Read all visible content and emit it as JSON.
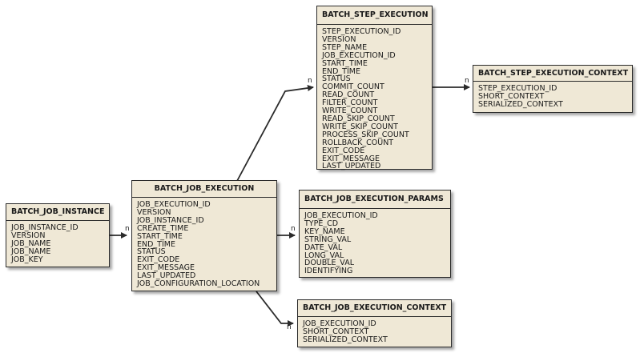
{
  "entities": {
    "job_instance": {
      "title": "BATCH_JOB_INSTANCE",
      "fields": [
        "JOB_INSTANCE_ID",
        "VERSION",
        "JOB_NAME",
        "JOB_NAME",
        "JOB_KEY"
      ]
    },
    "job_execution": {
      "title": "BATCH_JOB_EXECUTION",
      "fields": [
        "JOB_EXECUTION_ID",
        "VERSION",
        "JOB_INSTANCE_ID",
        "CREATE_TIME",
        "START_TIME",
        "END_TIME",
        "STATUS",
        "EXIT_CODE",
        "EXIT_MESSAGE",
        "LAST_UPDATED",
        "JOB_CONFIGURATION_LOCATION"
      ]
    },
    "step_execution": {
      "title": "BATCH_STEP_EXECUTION",
      "fields": [
        "STEP_EXECUTION_ID",
        "VERSION",
        "STEP_NAME",
        "JOB_EXECUTION_ID",
        "START_TIME",
        "END_TIME",
        "STATUS",
        "COMMIT_COUNT",
        "READ_COUNT",
        "FILTER_COUNT",
        "WRITE_COUNT",
        "READ_SKIP_COUNT",
        "WRITE_SKIP_COUNT",
        "PROCESS_SKIP_COUNT",
        "ROLLBACK_COUNT",
        "EXIT_CODE",
        "EXIT_MESSAGE",
        "LAST_UPDATED"
      ]
    },
    "step_execution_context": {
      "title": "BATCH_STEP_EXECUTION_CONTEXT",
      "fields": [
        "STEP_EXECUTION_ID",
        "SHORT_CONTEXT",
        "SERIALIZED_CONTEXT"
      ]
    },
    "job_execution_params": {
      "title": "BATCH_JOB_EXECUTION_PARAMS",
      "fields": [
        "JOB_EXECUTION_ID",
        "TYPE_CD",
        "KEY_NAME",
        "STRING_VAL",
        "DATE_VAL",
        "LONG_VAL",
        "DOUBLE_VAL",
        "IDENTIFYING"
      ]
    },
    "job_execution_context": {
      "title": "BATCH_JOB_EXECUTION_CONTEXT",
      "fields": [
        "JOB_EXECUTION_ID",
        "SHORT_CONTEXT",
        "SERIALIZED_CONTEXT"
      ]
    }
  },
  "multiplicity": {
    "instance_to_execution": "n",
    "execution_to_step": "n",
    "step_to_context": "n",
    "execution_to_params": "n",
    "execution_to_context": "n"
  },
  "colors": {
    "box_fill": "#efe8d6",
    "line": "#2b2b2b"
  }
}
